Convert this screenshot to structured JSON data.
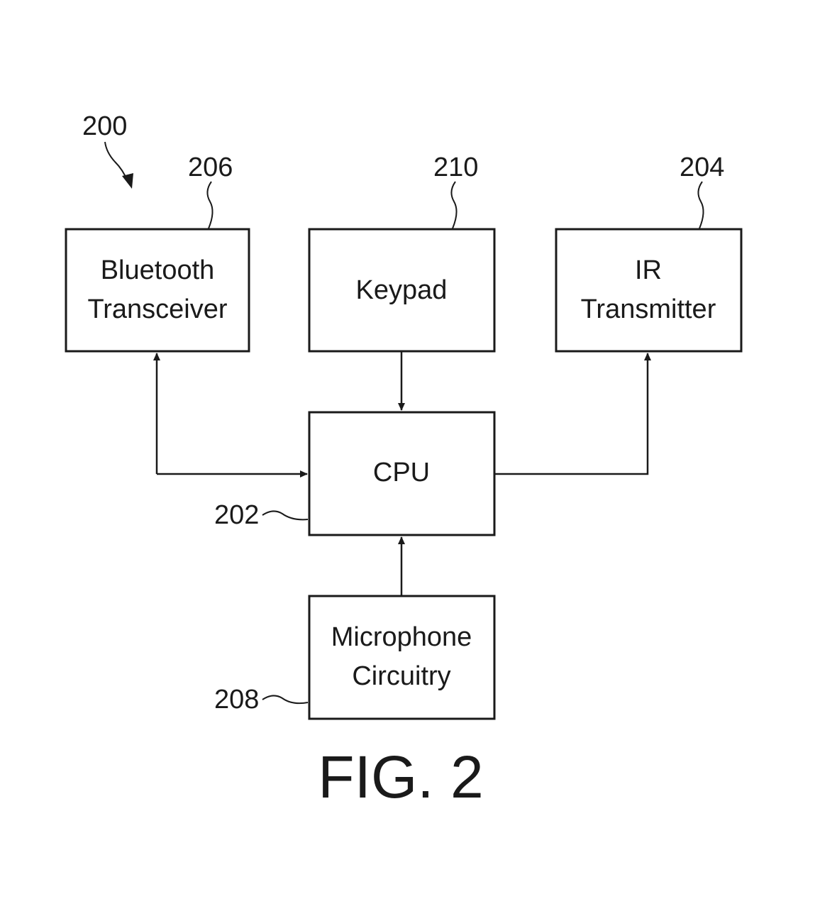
{
  "figure": {
    "system_ref": "200",
    "caption": "FIG. 2"
  },
  "blocks": {
    "bluetooth": {
      "ref": "206",
      "line1": "Bluetooth",
      "line2": "Transceiver"
    },
    "keypad": {
      "ref": "210",
      "line1": "Keypad"
    },
    "ir": {
      "ref": "204",
      "line1": "IR",
      "line2": "Transmitter"
    },
    "cpu": {
      "ref": "202",
      "line1": "CPU"
    },
    "microphone": {
      "ref": "208",
      "line1": "Microphone",
      "line2": "Circuitry"
    }
  },
  "connections": [
    {
      "from": "bluetooth",
      "to": "cpu",
      "direction": "bidirectional"
    },
    {
      "from": "keypad",
      "to": "cpu",
      "direction": "one-way"
    },
    {
      "from": "cpu",
      "to": "ir",
      "direction": "one-way"
    },
    {
      "from": "microphone",
      "to": "cpu",
      "direction": "one-way"
    }
  ]
}
